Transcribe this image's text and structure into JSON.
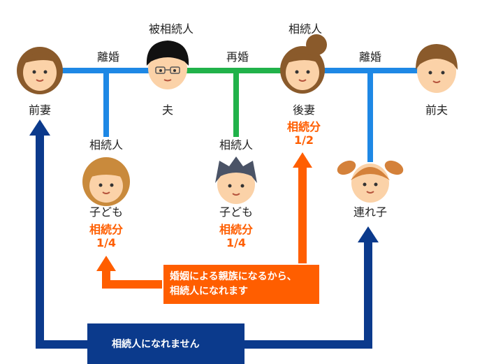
{
  "colors": {
    "exLine": "#1e88e5",
    "remarriageLine": "#21b24a",
    "orange": "#ff5e00",
    "navy": "#0b3a8c"
  },
  "persons": {
    "ex_wife": {
      "name": "前妻"
    },
    "husband": {
      "role": "被相続人",
      "name": "夫"
    },
    "wife": {
      "role": "相続人",
      "name": "後妻",
      "share_label": "相続分",
      "share": "1/2"
    },
    "ex_husband": {
      "name": "前夫"
    },
    "child1": {
      "role": "相続人",
      "name": "子ども",
      "share_label": "相続分",
      "share": "1/4"
    },
    "child2": {
      "role": "相続人",
      "name": "子ども",
      "share_label": "相続分",
      "share": "1/4"
    },
    "stepchild": {
      "name": "連れ子"
    }
  },
  "relations": {
    "divorce_left": "離婚",
    "remarriage": "再婚",
    "divorce_right": "離婚"
  },
  "notes": {
    "in_law_line1": "婚姻による親族になるから、",
    "in_law_line2": "相続人になれます",
    "not_heir": "相続人になれません"
  }
}
